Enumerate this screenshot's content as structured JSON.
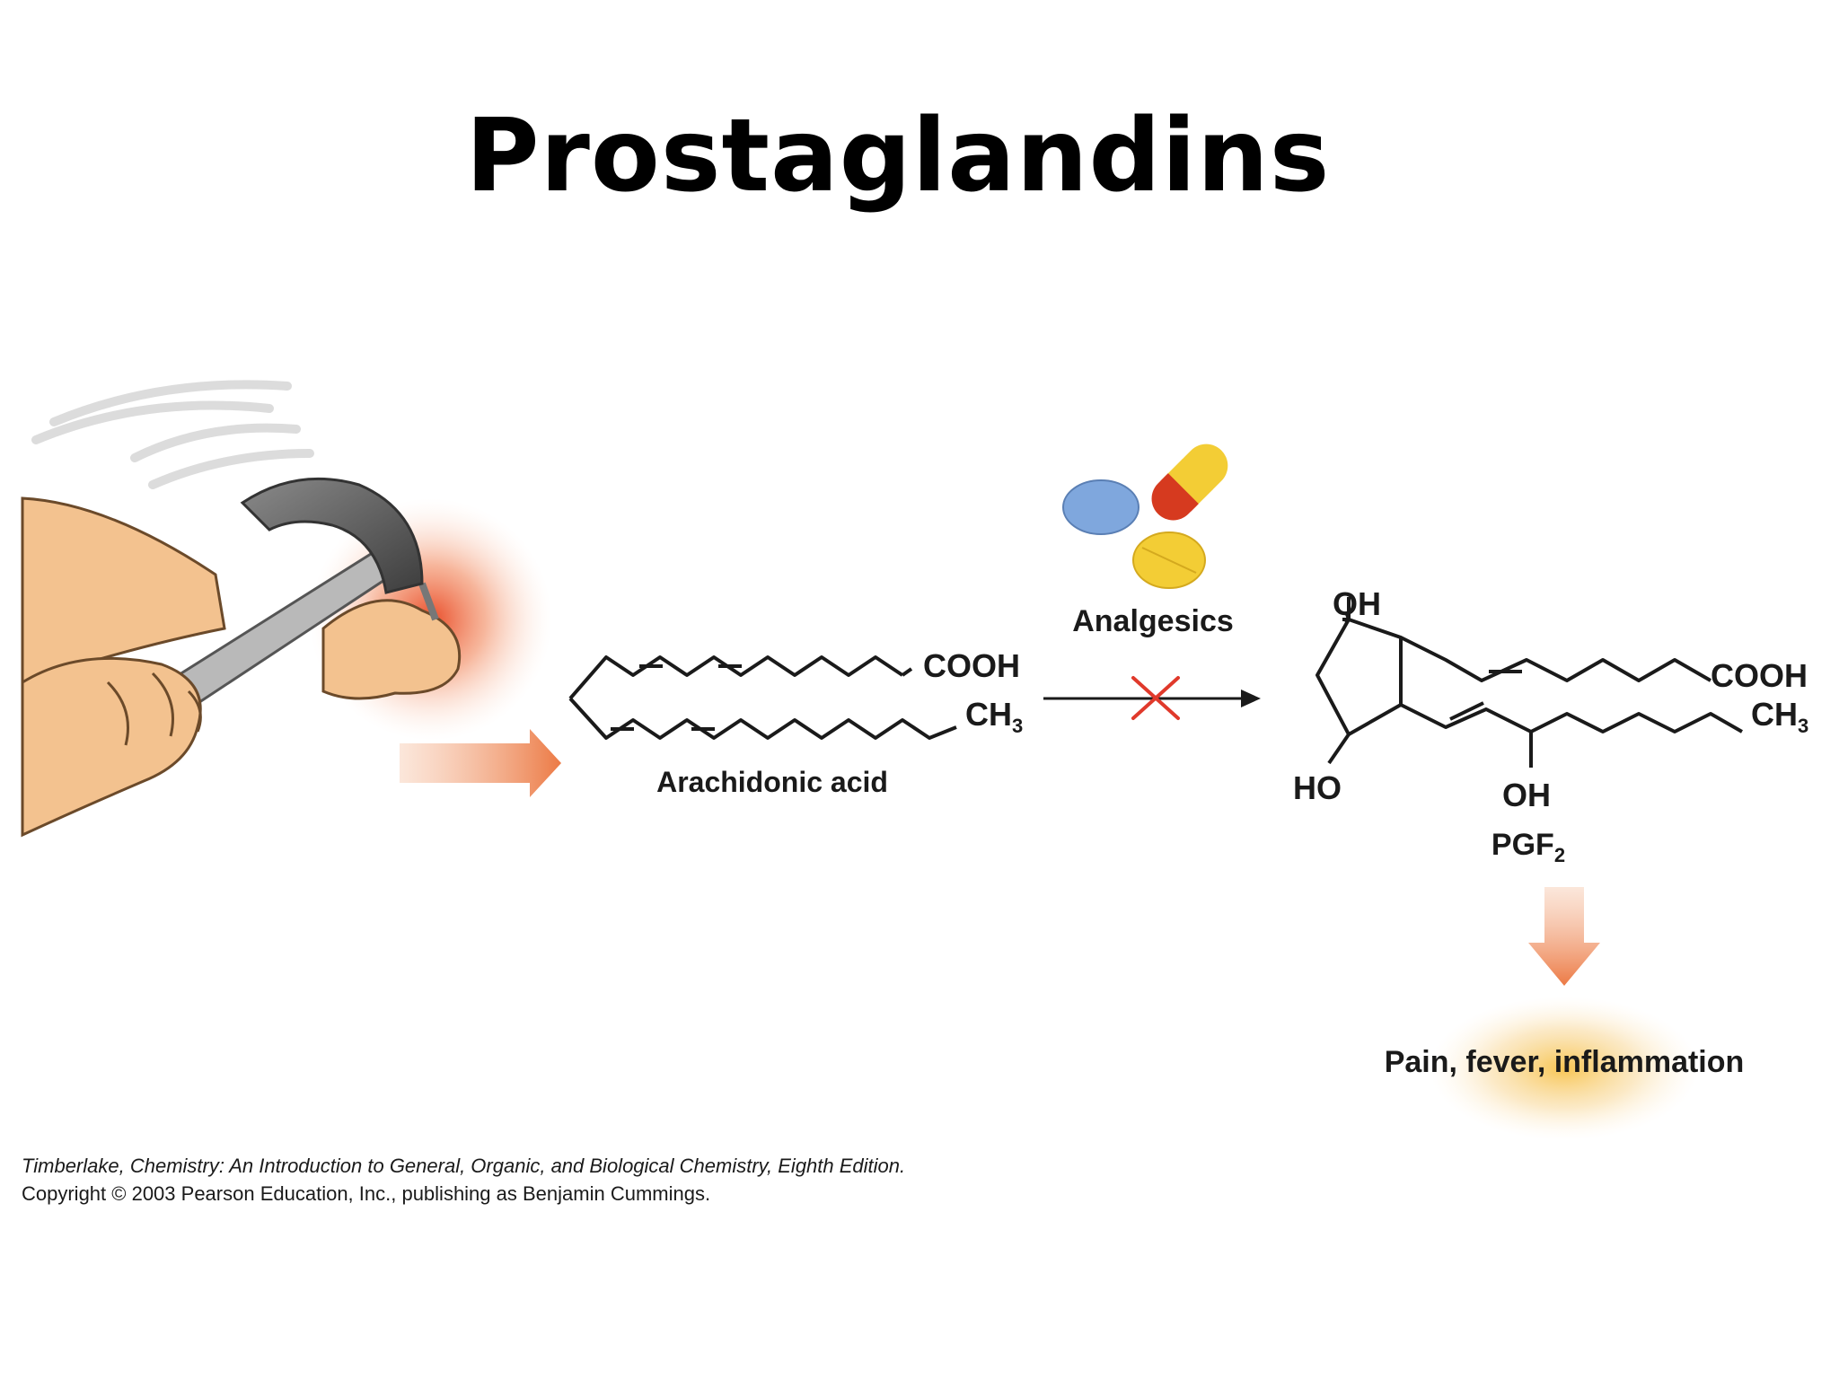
{
  "slide": {
    "title": "Prostaglandins"
  },
  "diagram": {
    "analgesics_label": "Analgesics",
    "reactant": {
      "cooh": "COOH",
      "ch3": "CH",
      "ch3_sub": "3",
      "name": "Arachidonic acid"
    },
    "product": {
      "oh_top": "OH",
      "ho_bottom": "HO",
      "oh_side": "OH",
      "cooh": "COOH",
      "ch3": "CH",
      "ch3_sub": "3",
      "name": "PGF",
      "name_sub": "2"
    },
    "effects_label": "Pain, fever, inflammation",
    "colors": {
      "arrow_orange": "#ee8a55",
      "block_x_red": "#e0392b",
      "pill_blue": "#7fa7dd",
      "pill_red": "#d63a1f",
      "pill_yellow": "#f3cd35",
      "skin": "#f3c28f"
    }
  },
  "citation": {
    "line1": "Timberlake, Chemistry: An Introduction to General, Organic, and Biological Chemistry, Eighth Edition.",
    "line2": "Copyright © 2003 Pearson Education, Inc., publishing as Benjamin Cummings."
  }
}
